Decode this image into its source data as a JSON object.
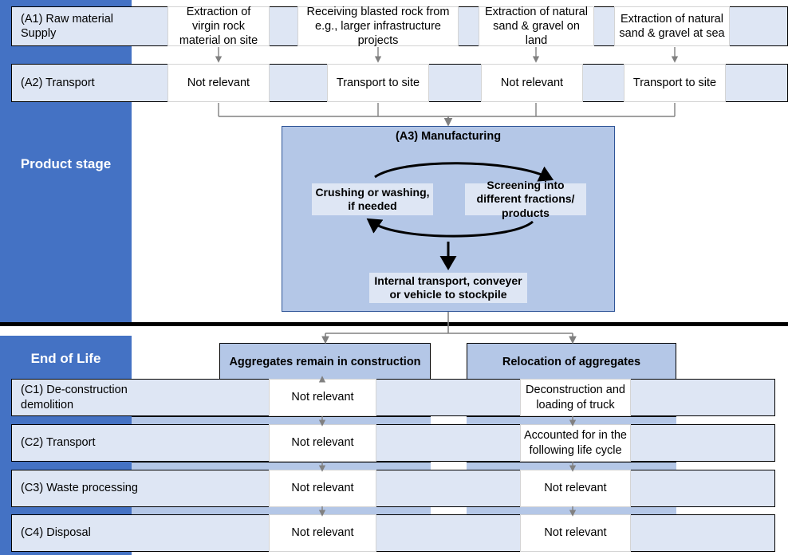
{
  "stages": {
    "product": "Product stage",
    "end_of_life": "End of Life"
  },
  "colors": {
    "stage_blue": "#4472C4",
    "band_pale": "#DEE6F4",
    "box_medium": "#B4C7E7",
    "box_white": "#FFFFFF",
    "border_black": "#000000",
    "connector_gray": "#808080"
  },
  "rows": {
    "a1": {
      "label": "(A1) Raw material Supply",
      "label_line1": "(A1) Raw material",
      "label_line2": "Supply",
      "options": [
        "Extraction of virgin rock material on site",
        "Receiving blasted rock from e.g., larger infrastructure projects",
        "Extraction of natural sand & gravel on land",
        "Extraction of natural sand & gravel at sea"
      ]
    },
    "a2": {
      "label": "(A2) Transport",
      "options": [
        "Not relevant",
        "Transport to site",
        "Not relevant",
        "Transport to site"
      ]
    },
    "a3": {
      "title": "(A3) Manufacturing",
      "step_left": "Crushing or washing, if needed",
      "step_right": "Screening into different fractions/ products",
      "step_bottom": "Internal transport, conveyer or vehicle to stockpile"
    },
    "c1": {
      "label": "(C1) De-construction demolition",
      "label_line1": "(C1) De-construction",
      "label_line2": "demolition",
      "options": [
        "Not relevant",
        "Deconstruction and loading of truck"
      ]
    },
    "c2": {
      "label": "(C2) Transport",
      "options": [
        "Not relevant",
        "Accounted for in the following life cycle"
      ]
    },
    "c3": {
      "label": "(C3) Waste processing",
      "options": [
        "Not relevant",
        "Not relevant"
      ]
    },
    "c4": {
      "label": "(C4) Disposal",
      "options": [
        "Not relevant",
        "Not relevant"
      ]
    }
  },
  "eol_paths": [
    "Aggregates remain in construction",
    "Relocation of aggregates"
  ]
}
